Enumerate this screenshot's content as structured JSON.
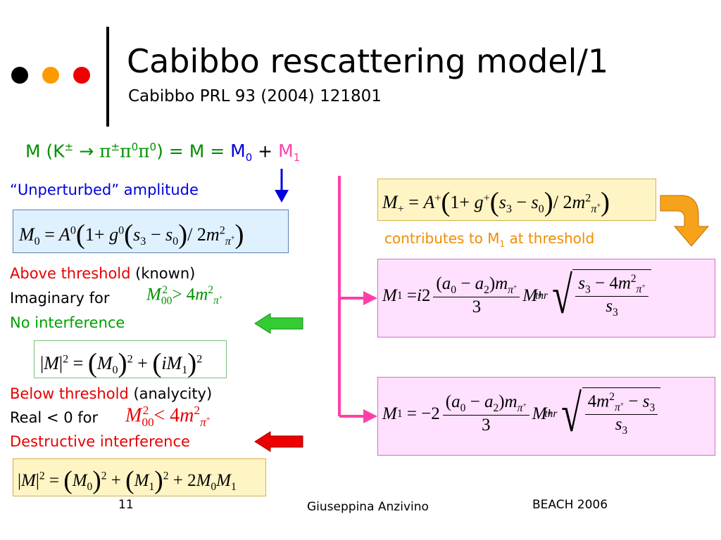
{
  "header": {
    "title": "Cabibbo rescattering model/1",
    "subtitle": "Cabibbo PRL 93 (2004) 121801",
    "dot_colors": [
      "#000000",
      "#ff9900",
      "#ee0000"
    ]
  },
  "equation_main": {
    "lhs": "M (K",
    "pm": "±",
    "arrow": "→",
    "pi": "π",
    "zero": "0",
    "rhs_a": ") = M = ",
    "m0": "M",
    "m0_sub": "0",
    "plus": " + ",
    "m1": "M",
    "m1_sub": "1"
  },
  "left": {
    "unperturbed": "“Unperturbed” amplitude",
    "above_threshold": "Above threshold",
    "above_known": " (known)",
    "imaginary_for": "Imaginary for",
    "no_interference": "No interference",
    "below_threshold": "Below threshold",
    "below_analycity": " (analycity)",
    "real_lt0_for": "Real < 0 for",
    "destructive": "Destructive interference"
  },
  "right": {
    "contributes_a": "contributes to M",
    "contributes_sub": "1",
    "contributes_b": " at threshold"
  },
  "footer": {
    "page_number": "11",
    "author": "Giuseppina Anzivino",
    "conference": "BEACH 2006"
  },
  "colors": {
    "blue_arrow": "#0000dd",
    "pink_line": "#ff3fa8",
    "orange_arrow": "#f7a21b",
    "green_arrow": "#33cc33",
    "red_arrow": "#ee0000"
  }
}
